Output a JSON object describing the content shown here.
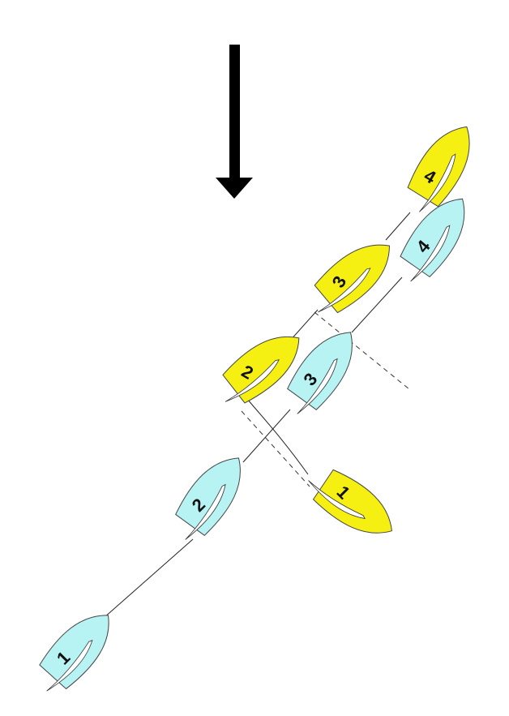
{
  "colors": {
    "blue_boat": "#b7f3f3",
    "yellow_boat": "#f5ef12",
    "arrow": "#000000"
  },
  "wind_arrow_icon": "arrow-down-icon",
  "blue_boats": [
    {
      "label": "1"
    },
    {
      "label": "2"
    },
    {
      "label": "3"
    },
    {
      "label": "4"
    }
  ],
  "yellow_boats": [
    {
      "label": "1"
    },
    {
      "label": "2"
    },
    {
      "label": "3"
    },
    {
      "label": "4"
    }
  ]
}
